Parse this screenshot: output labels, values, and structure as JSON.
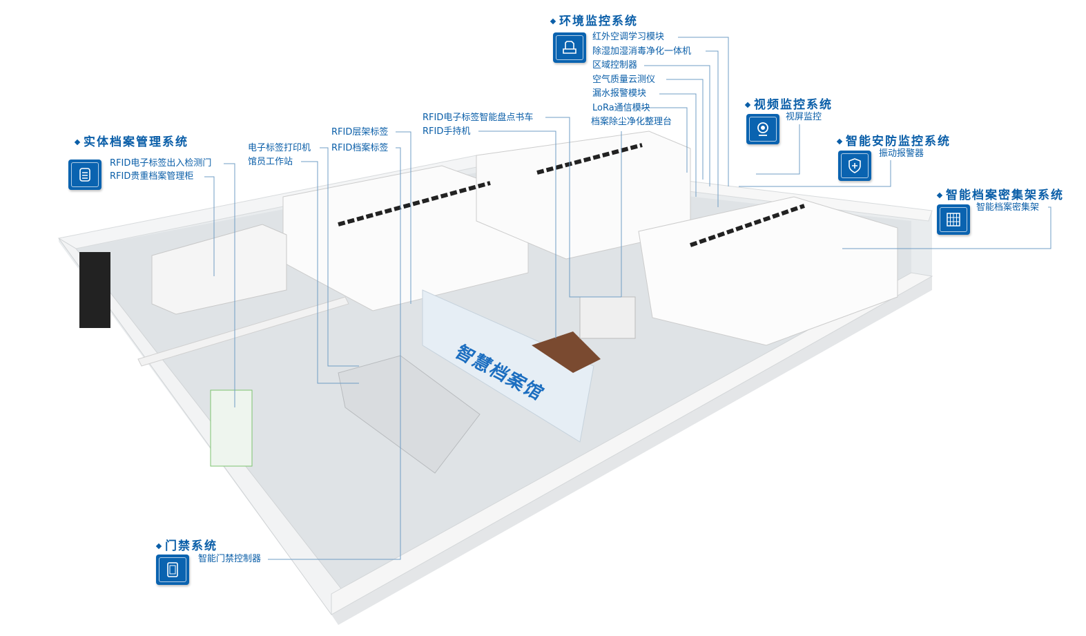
{
  "systems": {
    "environment": {
      "title": "环境监控系统",
      "icon": "printer-icon",
      "items": [
        "红外空调学习模块",
        "除湿加湿消毒净化一体机",
        "区域控制器",
        "空气质量云测仪",
        "漏水报警模块",
        "LoRa通信模块",
        "档案除尘净化整理台"
      ]
    },
    "video": {
      "title": "视频监控系统",
      "icon": "webcam-icon",
      "items": [
        "视屏监控"
      ]
    },
    "security": {
      "title": "智能安防监控系统",
      "icon": "shield-plus-icon",
      "items": [
        "振动报警器"
      ]
    },
    "shelving": {
      "title": "智能档案密集架系统",
      "icon": "shelf-icon",
      "items": [
        "智能档案密集架"
      ]
    },
    "physical": {
      "title": "实体档案管理系统",
      "icon": "document-list-icon",
      "items": [
        "RFID电子标签出入检测门",
        "RFID贵重档案管理柜"
      ]
    },
    "access": {
      "title": "门禁系统",
      "icon": "door-icon",
      "items": [
        "智能门禁控制器"
      ]
    }
  },
  "devices": [
    "RFID电子标签智能盘点书车",
    "RFID手持机",
    "RFID层架标签",
    "RFID档案标签",
    "电子标签打印机",
    "馆员工作站"
  ],
  "scene": {
    "wall_sign": "智慧档案馆"
  },
  "colors": {
    "accent": "#0a5ea8",
    "icon_bg": "#0a63b0",
    "leader": "#6f9cc4"
  }
}
